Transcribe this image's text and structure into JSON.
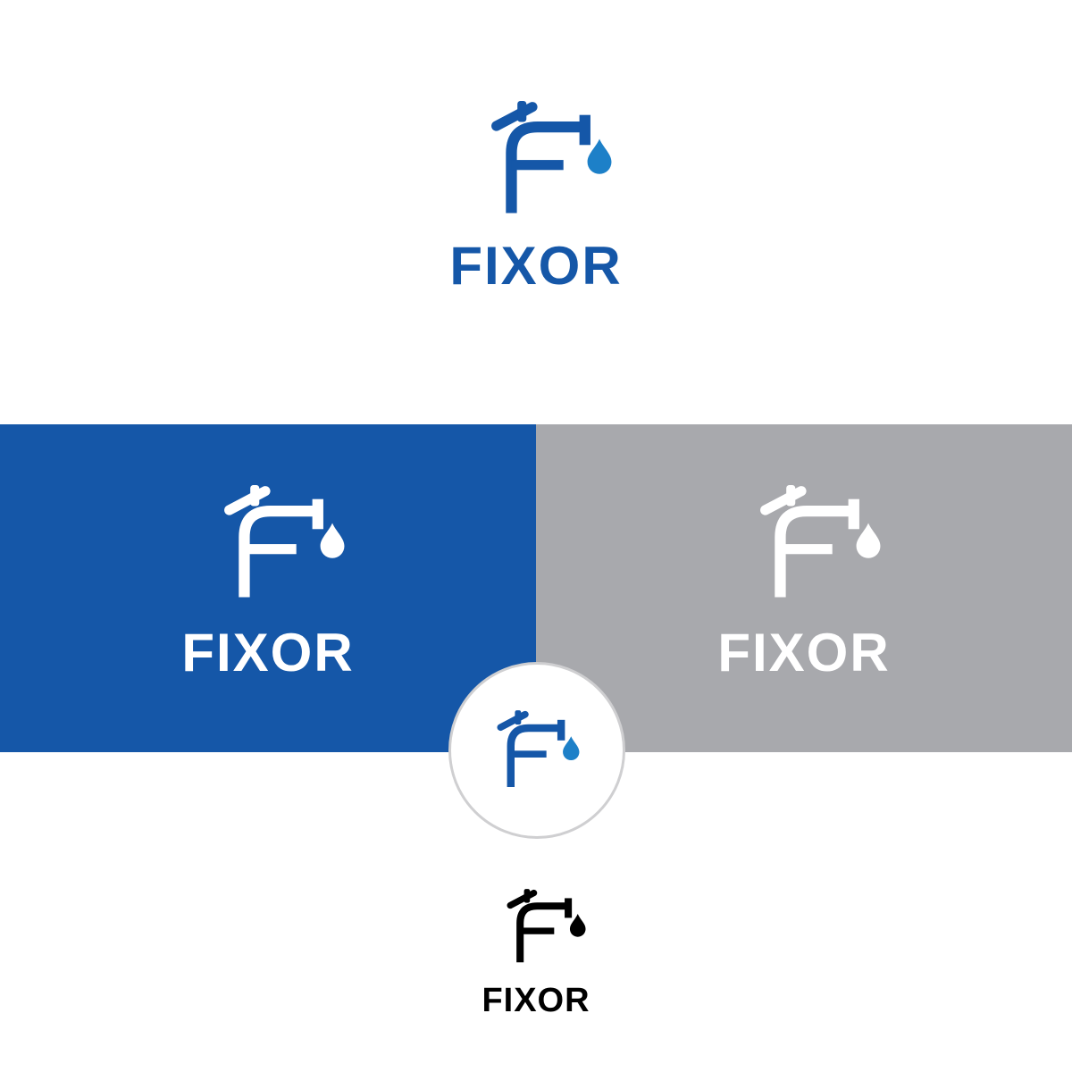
{
  "brand": {
    "name": "FIXOR"
  },
  "colors": {
    "primary_blue": "#1557a8",
    "drop_blue": "#1d80c8",
    "gray": "#a8a9ad",
    "white": "#ffffff",
    "black": "#000000",
    "badge_ring": "#cfcfd1"
  },
  "variants": [
    {
      "id": "primary",
      "background": "white",
      "mark_color": "blue",
      "drop_color": "light-blue",
      "wordmark": "FIXOR"
    },
    {
      "id": "reversed-on-blue",
      "background": "blue",
      "mark_color": "white",
      "wordmark": "FIXOR"
    },
    {
      "id": "reversed-on-gray",
      "background": "gray",
      "mark_color": "white",
      "wordmark": "FIXOR"
    },
    {
      "id": "badge",
      "background": "white-circle",
      "mark_color": "blue",
      "drop_color": "light-blue"
    },
    {
      "id": "monochrome",
      "background": "white",
      "mark_color": "black",
      "wordmark": "FIXOR"
    }
  ],
  "icon": "faucet-f-icon"
}
